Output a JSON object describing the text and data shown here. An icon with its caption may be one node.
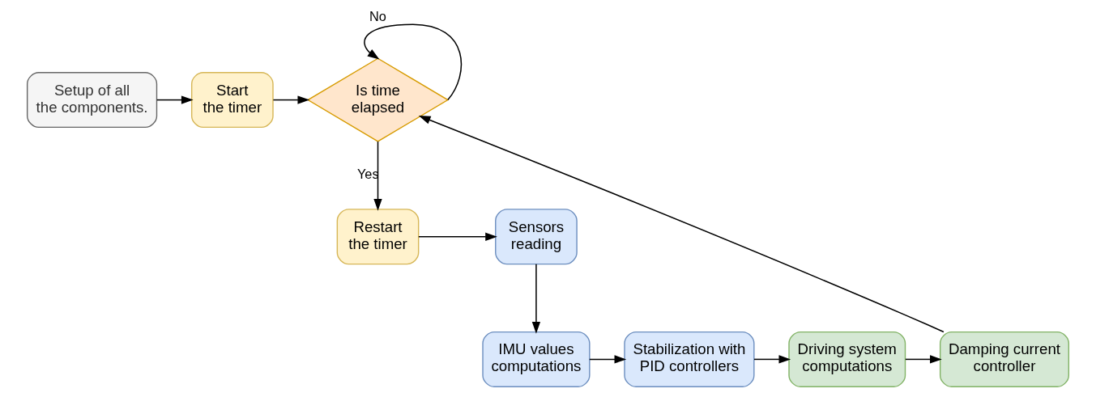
{
  "diagram": {
    "nodes": [
      {
        "text": [
          "Setup of all the components."
        ]
      },
      {
        "text": [
          "Start the timer"
        ]
      },
      {
        "text": [
          "Is time elapsed"
        ]
      },
      {
        "text": [
          "Restart the timer"
        ]
      },
      {
        "text": [
          "Sensors reading"
        ]
      },
      {
        "text": [
          "IMU values computations"
        ]
      },
      {
        "text": [
          "Stabilization with PID controllers"
        ]
      },
      {
        "text": [
          "Driving system computations"
        ]
      },
      {
        "text": [
          "Damping current controller"
        ]
      }
    ],
    "edges": [
      {
        "from": 0,
        "to": 1,
        "arrow": "to"
      },
      {
        "from": 1,
        "to": 2,
        "arrow": "to"
      },
      {
        "from": 2,
        "to": 2,
        "arrow": "to",
        "label": "No"
      },
      {
        "from": 2,
        "to": 3,
        "arrow": "to",
        "label": "Yes"
      },
      {
        "from": 3,
        "to": 4,
        "arrow": "to"
      },
      {
        "from": 4,
        "to": 5,
        "arrow": "to"
      },
      {
        "from": 5,
        "to": 6,
        "arrow": "to"
      },
      {
        "from": 6,
        "to": 7,
        "arrow": "to"
      },
      {
        "from": 7,
        "to": 8,
        "arrow": "to"
      },
      {
        "from": 8,
        "to": 2,
        "arrow": "to"
      }
    ]
  }
}
